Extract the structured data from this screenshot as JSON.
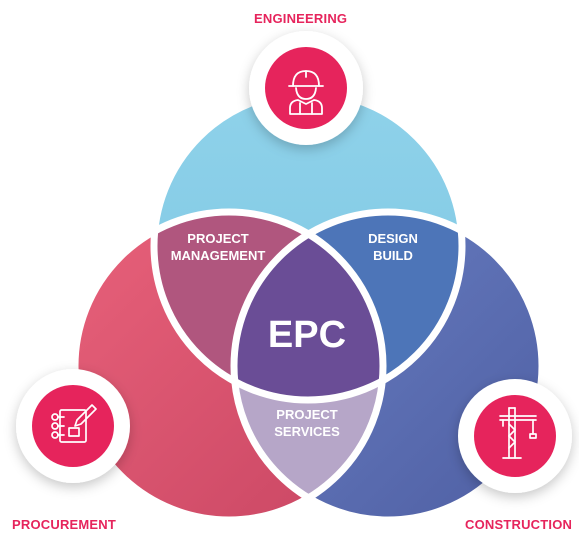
{
  "labels": {
    "engineering": "ENGINEERING",
    "procurement": "PROCUREMENT",
    "construction": "CONSTRUCTION"
  },
  "center": "EPC",
  "intersections": {
    "pm_line1": "PROJECT",
    "pm_line2": "MANAGEMENT",
    "db_line1": "DESIGN",
    "db_line2": "BUILD",
    "ps_line1": "PROJECT",
    "ps_line2": "SERVICES"
  },
  "icons": {
    "engineering": "worker-icon",
    "procurement": "checklist-pen-icon",
    "construction": "crane-icon"
  },
  "colors": {
    "engineering_circle": "#7ec9e3",
    "procurement_circle": "#d9506e",
    "construction_circle": "#5b6fb4",
    "center": "#6a4d96",
    "accent": "#e6245c"
  }
}
